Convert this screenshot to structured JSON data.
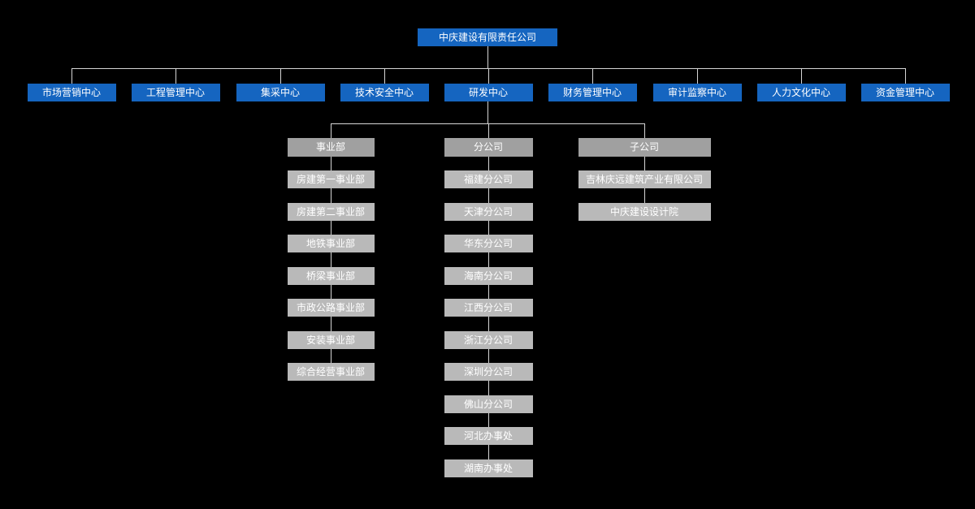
{
  "colors": {
    "background": "#000000",
    "node_blue": "#1565c0",
    "group_header_gray": "#a0a0a0",
    "group_item_gray": "#b9b9b9",
    "line": "#d6d6d6",
    "text": "#ffffff"
  },
  "root": {
    "label": "中庆建设有限责任公司"
  },
  "centers": [
    {
      "label": "市场营销中心"
    },
    {
      "label": "工程管理中心"
    },
    {
      "label": "集采中心"
    },
    {
      "label": "技术安全中心"
    },
    {
      "label": "研发中心"
    },
    {
      "label": "财务管理中心"
    },
    {
      "label": "审计监察中心"
    },
    {
      "label": "人力文化中心"
    },
    {
      "label": "资金管理中心"
    }
  ],
  "groups": [
    {
      "header": "事业部",
      "items": [
        "房建第一事业部",
        "房建第二事业部",
        "地铁事业部",
        "桥梁事业部",
        "市政公路事业部",
        "安装事业部",
        "综合经营事业部"
      ]
    },
    {
      "header": "分公司",
      "items": [
        "福建分公司",
        "天津分公司",
        "华东分公司",
        "海南分公司",
        "江西分公司",
        "浙江分公司",
        "深圳分公司",
        "佛山分公司",
        "河北办事处",
        "湖南办事处"
      ]
    },
    {
      "header": "子公司",
      "items": [
        "吉林庆远建筑产业有限公司",
        "中庆建设设计院"
      ]
    }
  ]
}
